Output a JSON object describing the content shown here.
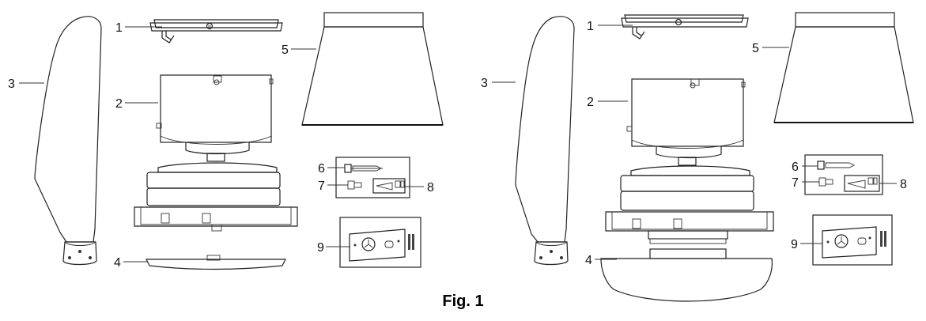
{
  "figure": {
    "caption": "Fig. 1",
    "left_set": {
      "labels": [
        "1",
        "2",
        "3",
        "4",
        "5",
        "6",
        "7",
        "8",
        "9"
      ]
    },
    "right_set": {
      "labels": [
        "1",
        "2",
        "3",
        "4",
        "5",
        "6",
        "7",
        "8",
        "9"
      ]
    }
  },
  "colors": {
    "line": "#222222",
    "shade_dark": "#1e1e1e",
    "shade_mid": "#9a9a9a",
    "shade_light": "#d8d8d8"
  }
}
